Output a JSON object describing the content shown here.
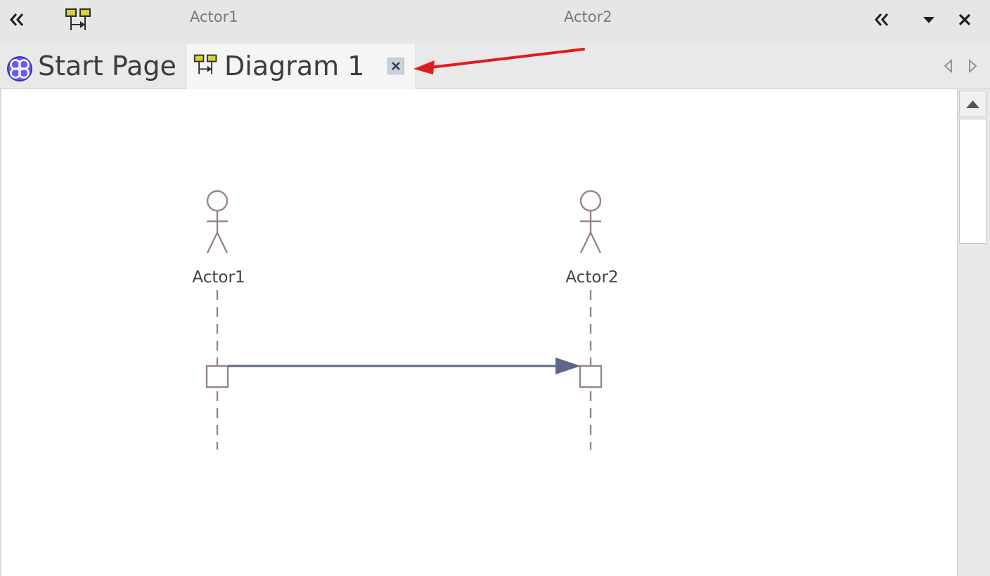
{
  "toolbar": {
    "collapse_left_icon": "double-chevron-left-icon",
    "diagram_icon": "sequence-diagram-icon",
    "lifeline_labels": [
      "Actor1",
      "Actor2"
    ],
    "right_icons": [
      "double-chevron-left-icon",
      "dropdown-arrow-icon",
      "close-icon"
    ]
  },
  "tabs": [
    {
      "label": "Start Page",
      "icon": "start-page-icon",
      "active": false
    },
    {
      "label": "Diagram 1",
      "icon": "sequence-diagram-icon",
      "active": true,
      "closable": true
    }
  ],
  "tab_nav": {
    "prev_icon": "triangle-left-icon",
    "next_icon": "triangle-right-icon"
  },
  "annotation": {
    "color": "#e01b1b",
    "points_to": "Diagram 1 close button"
  },
  "diagram": {
    "actors": [
      {
        "name": "Actor1"
      },
      {
        "name": "Actor2"
      }
    ],
    "message": {
      "from": "Actor1",
      "to": "Actor2",
      "label": ""
    },
    "colors": {
      "actor": "#9a8585",
      "message": "#5d6787",
      "lifeline": "#9a8585"
    }
  }
}
